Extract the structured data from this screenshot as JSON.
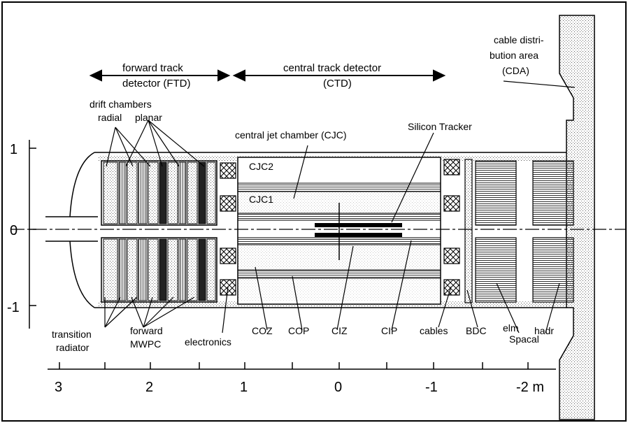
{
  "labels": {
    "ftd_line1": "forward track",
    "ftd_line2": "detector (FTD)",
    "ctd_line1": "central track detector",
    "ctd_line2": "(CTD)",
    "cda_line1": "cable distri-",
    "cda_line2": "bution area",
    "cda_line3": "(CDA)",
    "drift_chambers": "drift chambers",
    "radial": "radial",
    "planar": "planar",
    "cjc": "central jet chamber (CJC)",
    "silicon_tracker": "Silicon Tracker",
    "cjc2": "CJC2",
    "cjc1": "CJC1",
    "transition_line1": "transition",
    "transition_line2": "radiator",
    "forward_line1": "forward",
    "forward_line2": "MWPC",
    "electronics": "electronics",
    "coz": "COZ",
    "cop": "COP",
    "ciz": "CIZ",
    "cip": "CIP",
    "cables": "cables",
    "bdc": "BDC",
    "elm": "elm",
    "spacal": "Spacal",
    "hadr": "hadr"
  },
  "y_axis": {
    "ticks": [
      "1",
      "0",
      "-1"
    ]
  },
  "x_axis": {
    "ticks": [
      "3",
      "2",
      "1",
      "0",
      "-1",
      "-2 m"
    ]
  }
}
